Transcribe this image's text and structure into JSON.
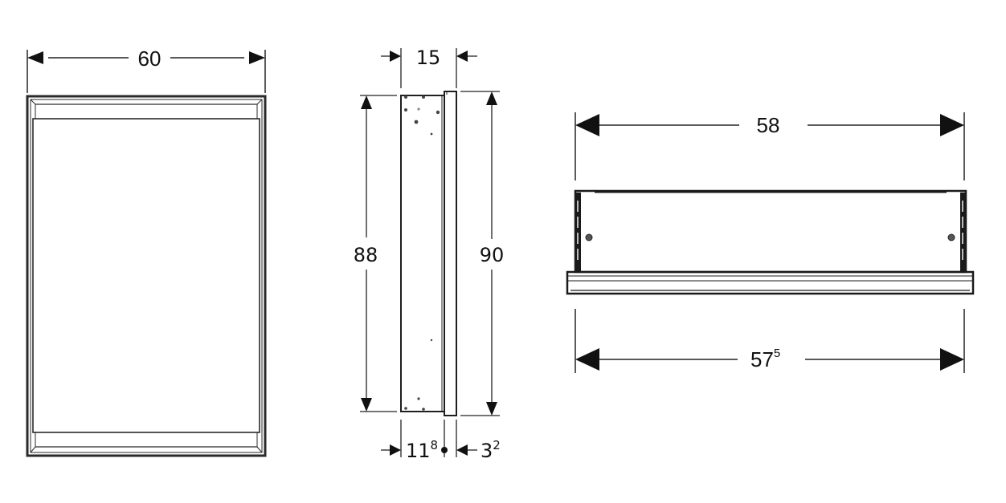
{
  "diagram": {
    "type": "technical-dimension-drawing",
    "units_implied": "cm",
    "views": {
      "front_view": {
        "width_label": "60"
      },
      "side_view": {
        "depth_label": "15",
        "body_height_label": "88",
        "total_height_label": "90",
        "body_depth_base": "11",
        "body_depth_sup": "8",
        "door_depth_base": "3",
        "door_depth_sup": "2"
      },
      "top_view": {
        "top_width_label": "58",
        "bottom_width_base": "57",
        "bottom_width_sup": "5"
      }
    },
    "colors": {
      "line": "#1a1a1a",
      "background": "#ffffff"
    }
  }
}
